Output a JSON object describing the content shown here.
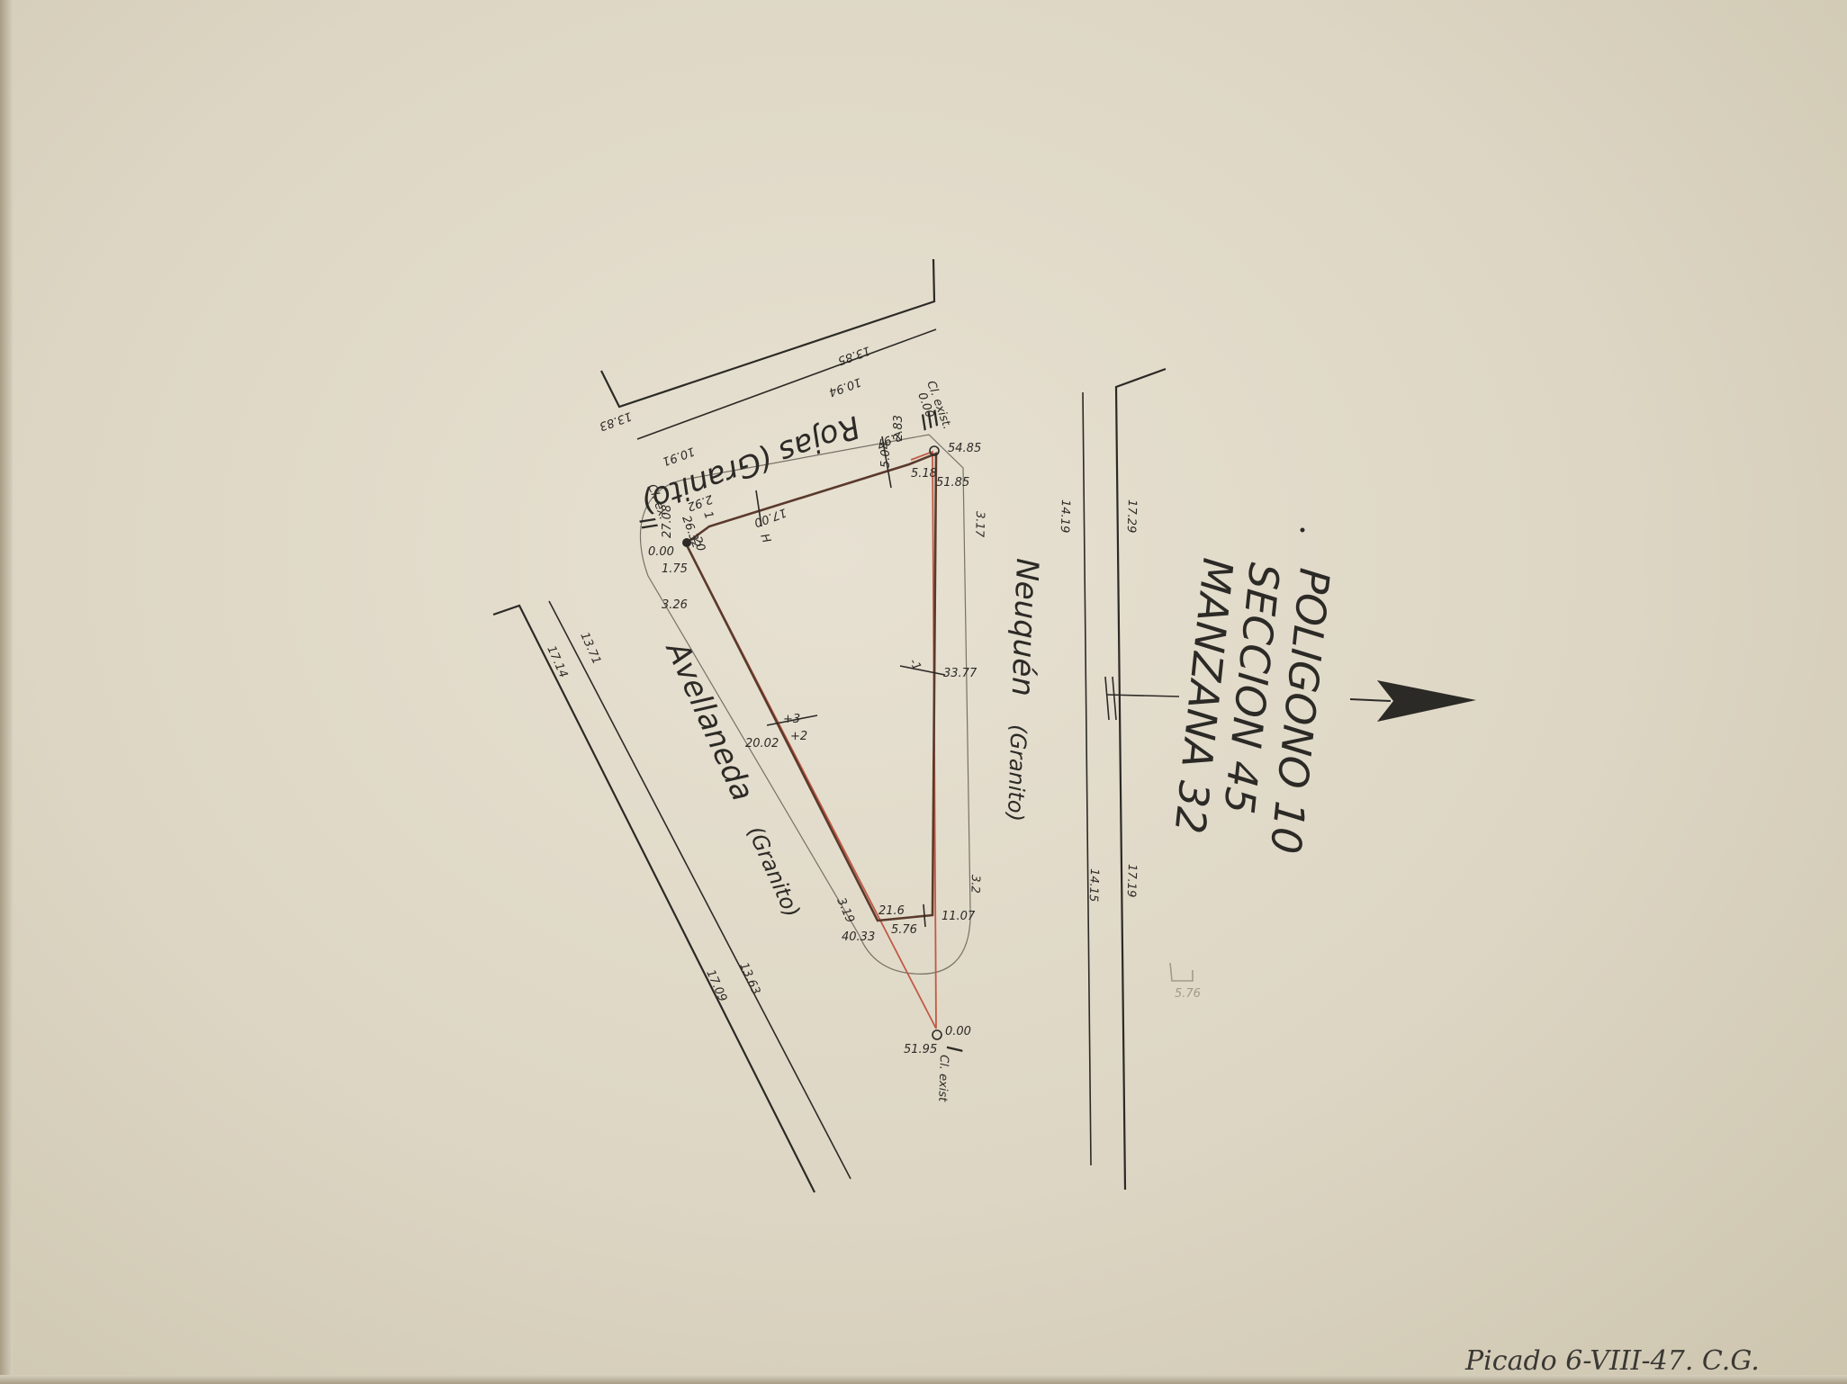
{
  "title": {
    "poligono": "POLIGONO 10",
    "seccion": "SECCION 45",
    "manzana": "MANZANA 32"
  },
  "streets": {
    "rojas": "Rojas (Granito)",
    "neuquen": "Neuquén",
    "neuquen_material": "(Granito)",
    "avellaneda": "Avellaneda",
    "avellaneda_material": "(Granito)"
  },
  "points": {
    "p1_roman": "I",
    "p1_note": "Cl. exist",
    "p1_left": "51.95",
    "p1_right": "0.00",
    "p2_roman": "II",
    "p2_note": "Cl. ex.",
    "p2_value": "27.08",
    "p2_zero": "0.00",
    "p3_roman": "III",
    "p3_note": "Cl. exist.",
    "p3_value": "54.85",
    "p3_zero": "0.00"
  },
  "measurements": {
    "rojas_outer_left": "13.83",
    "rojas_outer_right": "13.85",
    "rojas_inner_left": "10.91",
    "rojas_inner_right": "10.94",
    "rojas_offset_left": "2.92",
    "rojas_offset_right": "2.97",
    "top_mid": "17.00",
    "top_mid_h": "H",
    "top_right_a": "2.83",
    "top_right_b": "5.04",
    "top_right_c": "5.18",
    "corner_2632": "26.32",
    "corner_1": "1",
    "corner_20": "20",
    "left_175": "1.75",
    "left_326": "3.26",
    "corner_51_85": "51.85",
    "right_317": "3.17",
    "mid_33_77": "33.77",
    "mid_neg1": "-1",
    "right_32": "3.2",
    "bottom_11_07": "11.07",
    "bottom_5_76": "5.76",
    "bottom_40_33": "40.33",
    "bottom_21_6": "21.6",
    "bottom_319": "3.19",
    "diag_20_02": "20.02",
    "diag_plus3": "+3",
    "diag_plus2": "+2",
    "neuquen_left_top": "14.19",
    "neuquen_right_top": "17.29",
    "neuquen_left_bottom": "14.15",
    "neuquen_right_bottom": "17.19",
    "avellaneda_top_inner": "13.71",
    "avellaneda_top_outer": "17.14",
    "avellaneda_bottom_inner": "13.63",
    "avellaneda_bottom_outer": "17.09",
    "faint_label": "5.76"
  },
  "signature": "Picado 6-VIII-47. C.G.",
  "colors": {
    "paper": "#e7e1d2",
    "ink": "#2c2a26",
    "red_line": "#c05a45",
    "plot_line": "#5a3a2c"
  },
  "icons": {
    "north_arrow": "north-arrow-icon"
  }
}
